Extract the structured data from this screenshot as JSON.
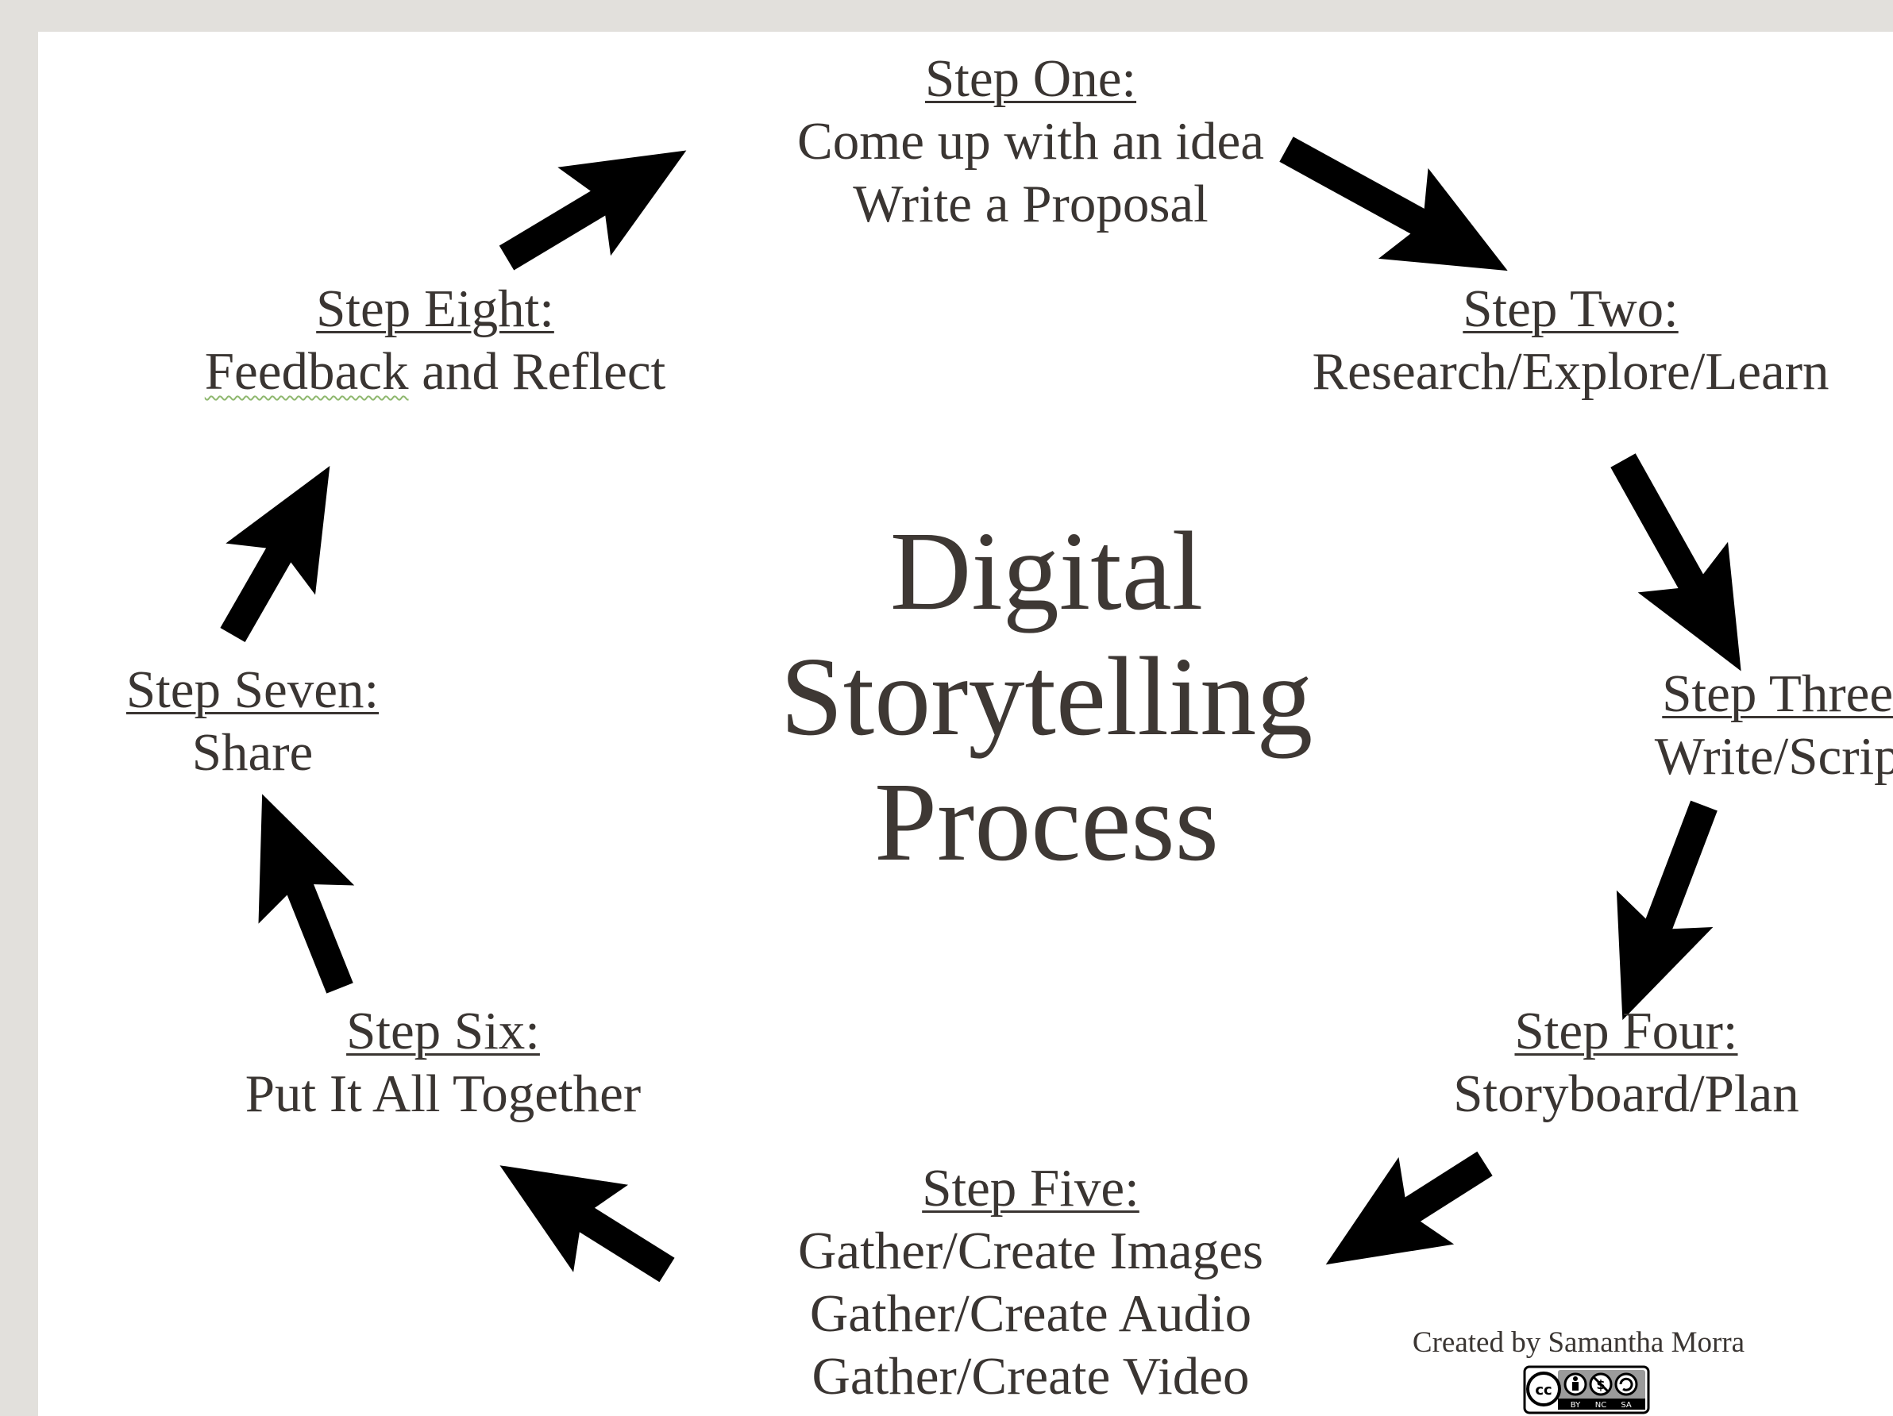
{
  "title": {
    "line1": "Digital",
    "line2": "Storytelling",
    "line3": "Process"
  },
  "steps": [
    {
      "heading": "Step One:",
      "lines": [
        "Come up with an idea",
        "Write a Proposal"
      ]
    },
    {
      "heading": "Step Two:",
      "lines": [
        "Research/Explore/Learn"
      ]
    },
    {
      "heading": "Step Three:",
      "lines": [
        "Write/Script"
      ]
    },
    {
      "heading": "Step Four:",
      "lines": [
        "Storyboard/Plan"
      ]
    },
    {
      "heading": "Step Five:",
      "lines": [
        "Gather/Create Images",
        "Gather/Create Audio",
        "Gather/Create Video"
      ]
    },
    {
      "heading": "Step Six:",
      "lines": [
        "Put It All Together"
      ]
    },
    {
      "heading": "Step Seven:",
      "lines": [
        "Share"
      ]
    },
    {
      "heading": "Step Eight:",
      "lines": [
        "Feedback and Reflect"
      ]
    }
  ],
  "credit": {
    "text": "Created by Samantha Morra",
    "license_badge": "cc-by-nc-sa-icon",
    "license_labels": [
      "BY",
      "NC",
      "SA"
    ]
  },
  "arrow_icon": "thick-arrow-icon",
  "colors": {
    "frame_background": "#e2e0dc",
    "slide_background": "#ffffff",
    "text": "#3a3532",
    "arrow": "#000000"
  }
}
